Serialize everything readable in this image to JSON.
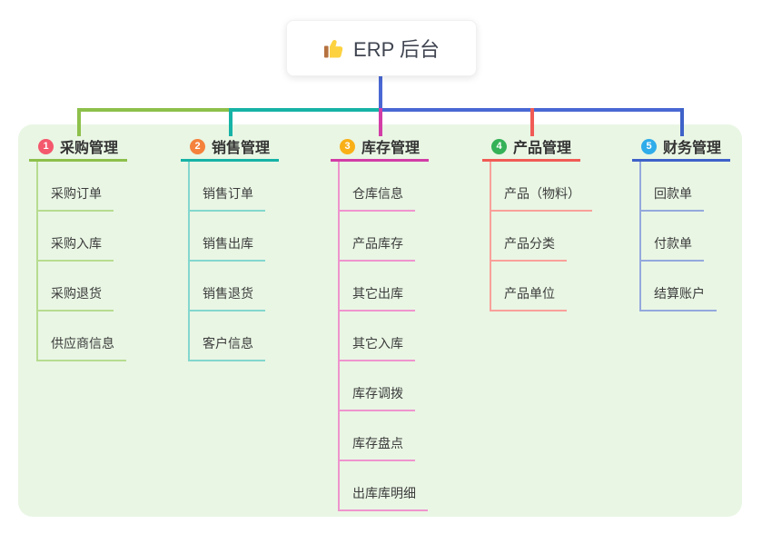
{
  "root": {
    "label": "ERP 后台",
    "icon": "thumbs-up-icon"
  },
  "colors": {
    "trunk": "#4a68d4",
    "panel_background": "#e9f6e4",
    "root_text": "#3f4450"
  },
  "branches": [
    {
      "number": "1",
      "label": "采购管理",
      "badge_color": "#f4586d",
      "line_color": "#8dc04b",
      "child_line_color": "#b7dc90",
      "children": [
        "采购订单",
        "采购入库",
        "采购退货",
        "供应商信息"
      ]
    },
    {
      "number": "2",
      "label": "销售管理",
      "badge_color": "#f5823c",
      "line_color": "#16b3a6",
      "child_line_color": "#83d7ce",
      "children": [
        "销售订单",
        "销售出库",
        "销售退货",
        "客户信息"
      ]
    },
    {
      "number": "3",
      "label": "库存管理",
      "badge_color": "#f9b017",
      "line_color": "#d23da7",
      "child_line_color": "#ef94ce",
      "children": [
        "仓库信息",
        "产品库存",
        "其它出库",
        "其它入库",
        "库存调拨",
        "库存盘点",
        "出库库明细"
      ]
    },
    {
      "number": "4",
      "label": "产品管理",
      "badge_color": "#35b158",
      "line_color": "#f15b55",
      "child_line_color": "#f9a09a",
      "children": [
        "产品（物料）",
        "产品分类",
        "产品单位"
      ]
    },
    {
      "number": "5",
      "label": "财务管理",
      "badge_color": "#2facea",
      "line_color": "#3e62c8",
      "child_line_color": "#94a9dd",
      "children": [
        "回款单",
        "付款单",
        "结算账户"
      ]
    }
  ]
}
